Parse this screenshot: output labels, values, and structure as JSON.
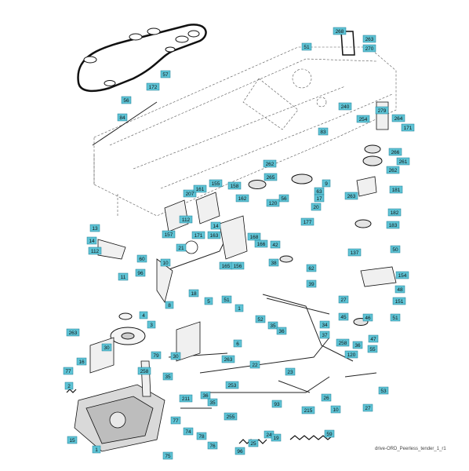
{
  "caption": "drive-ORD_Peerless_tender_1_r1",
  "callouts": {
    "c268": "268",
    "c263a": "263",
    "c270": "270",
    "c51a": "51",
    "c240": "240",
    "c254": "254",
    "c279": "279",
    "c264": "264",
    "c171a": "171",
    "c266": "266",
    "c261": "261",
    "c262a": "262",
    "c83": "83",
    "c57": "57",
    "c172": "172",
    "c56": "56",
    "c84": "84",
    "c9": "9",
    "c262b": "262",
    "c265": "265",
    "c56b": "56",
    "c120a": "120",
    "c63": "63",
    "c17": "17",
    "c20": "20",
    "c263b": "263",
    "c181": "181",
    "c207": "207",
    "c161": "161",
    "c155": "155",
    "c158": "158",
    "c162": "162",
    "c112a": "112",
    "c171b": "171",
    "c157": "157",
    "c163": "163",
    "c14a": "14",
    "c13": "13",
    "c14b": "14",
    "c112b": "112",
    "c60": "60",
    "c96a": "96",
    "c11": "11",
    "c177": "177",
    "c182": "182",
    "c183": "183",
    "c42": "42",
    "c168": "168",
    "c166": "166",
    "c165": "165",
    "c156": "156",
    "c21": "21",
    "c10": "10",
    "c38": "38",
    "c62": "62",
    "c39": "39",
    "c137": "137",
    "c50": "50",
    "c154": "154",
    "c48": "48",
    "c8": "8",
    "c18": "18",
    "c5": "5",
    "c51b": "51",
    "c1a": "1",
    "c52": "52",
    "c35a": "35",
    "c36a": "36",
    "c34": "34",
    "c37": "37",
    "c27a": "27",
    "c151": "151",
    "c45": "45",
    "c46": "46",
    "c47": "47",
    "c51c": "51",
    "c6": "6",
    "c4": "4",
    "c3": "3",
    "c263c": "263",
    "c30": "30",
    "c16": "16",
    "c79": "79",
    "c30b": "30",
    "c263d": "263",
    "c258": "258",
    "c36b": "36",
    "c55": "55",
    "c120b": "120",
    "c77": "77",
    "c2": "2",
    "c258b": "258",
    "c35b": "35",
    "c22": "22",
    "c23": "23",
    "c53": "53",
    "c211": "211",
    "c36c": "36",
    "c35c": "35",
    "c253": "253",
    "c26": "26",
    "c10b": "10",
    "c27b": "27",
    "c15": "15",
    "c77b": "77",
    "c74": "74",
    "c78": "78",
    "c76": "76",
    "c75": "75",
    "c255": "255",
    "c215": "215",
    "c59": "59",
    "c96b": "96",
    "c25": "25",
    "c24": "24",
    "c19": "19",
    "c1b": "1",
    "c93": "93"
  }
}
